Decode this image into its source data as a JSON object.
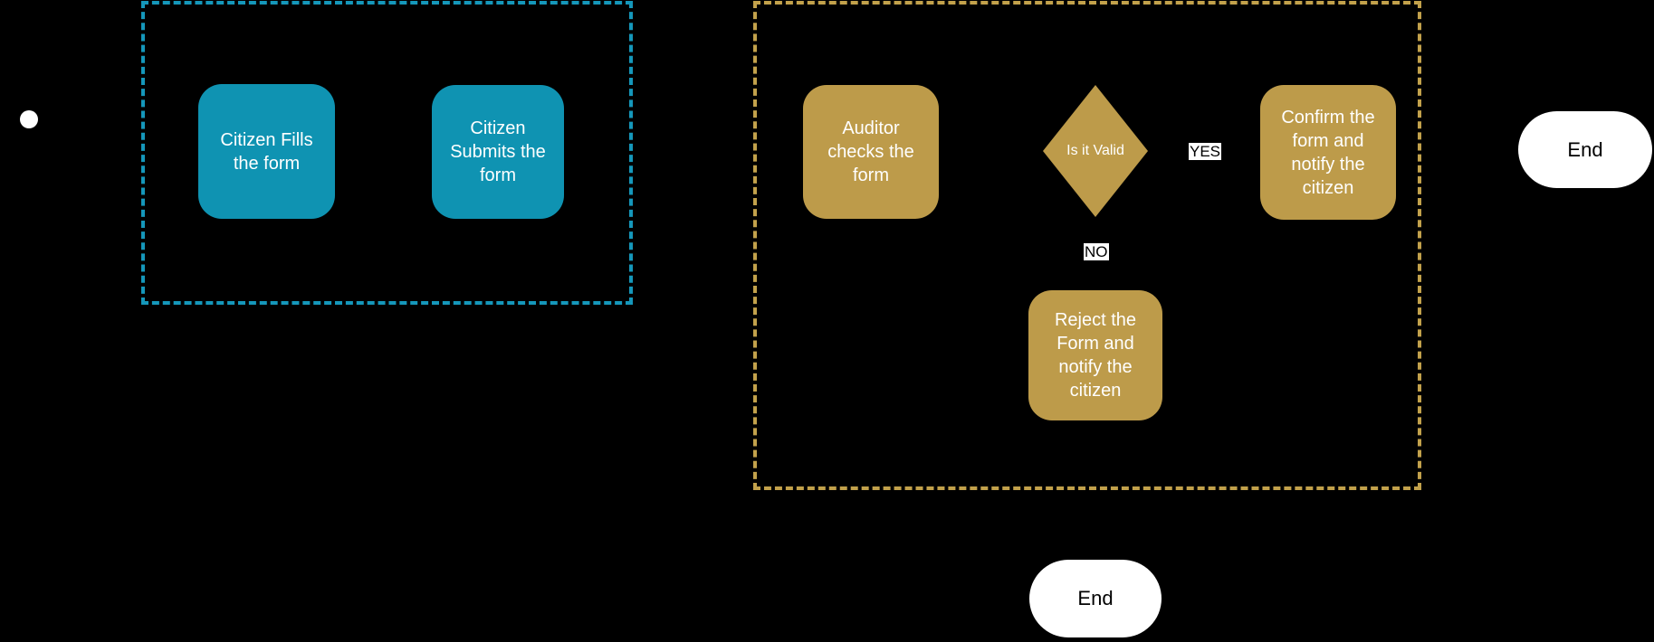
{
  "canvas": {
    "background": "#000000"
  },
  "colors": {
    "lane_citizen_border": "#1597BA",
    "lane_auditor_border": "#C2A14B",
    "process_teal_fill": "#0F93B2",
    "process_gold_fill": "#BD9B4A",
    "node_text": "#FFFFFF",
    "terminal_fill": "#FFFFFF",
    "terminal_text": "#000000",
    "edge_label_bg": "#FFFFFF",
    "edge_label_text": "#000000"
  },
  "chart_data": {
    "type": "table",
    "title": "",
    "note": "flowchart nodes listed in nodes key"
  },
  "nodes": {
    "fill_form": {
      "label": "Citizen Fills the form"
    },
    "submit_form": {
      "label": "Citizen Submits the form"
    },
    "auditor_checks": {
      "label": "Auditor checks the form"
    },
    "decision": {
      "label": "Is it Valid"
    },
    "confirm": {
      "label": "Confirm the form and notify the citizen"
    },
    "reject": {
      "label": "Reject the Form and notify the citizen"
    },
    "end_right": {
      "label": "End"
    },
    "end_bottom": {
      "label": "End"
    }
  },
  "edge_labels": {
    "yes": "YES",
    "no": "NO"
  }
}
